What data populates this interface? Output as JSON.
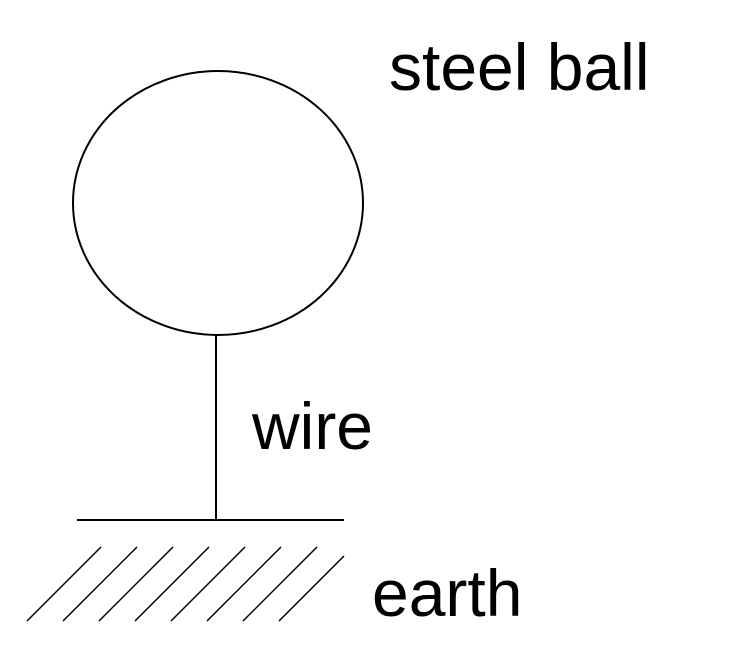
{
  "labels": {
    "ball": "steel ball",
    "wire": "wire",
    "earth": "earth"
  },
  "colors": {
    "stroke": "#000000",
    "background": "#ffffff"
  }
}
